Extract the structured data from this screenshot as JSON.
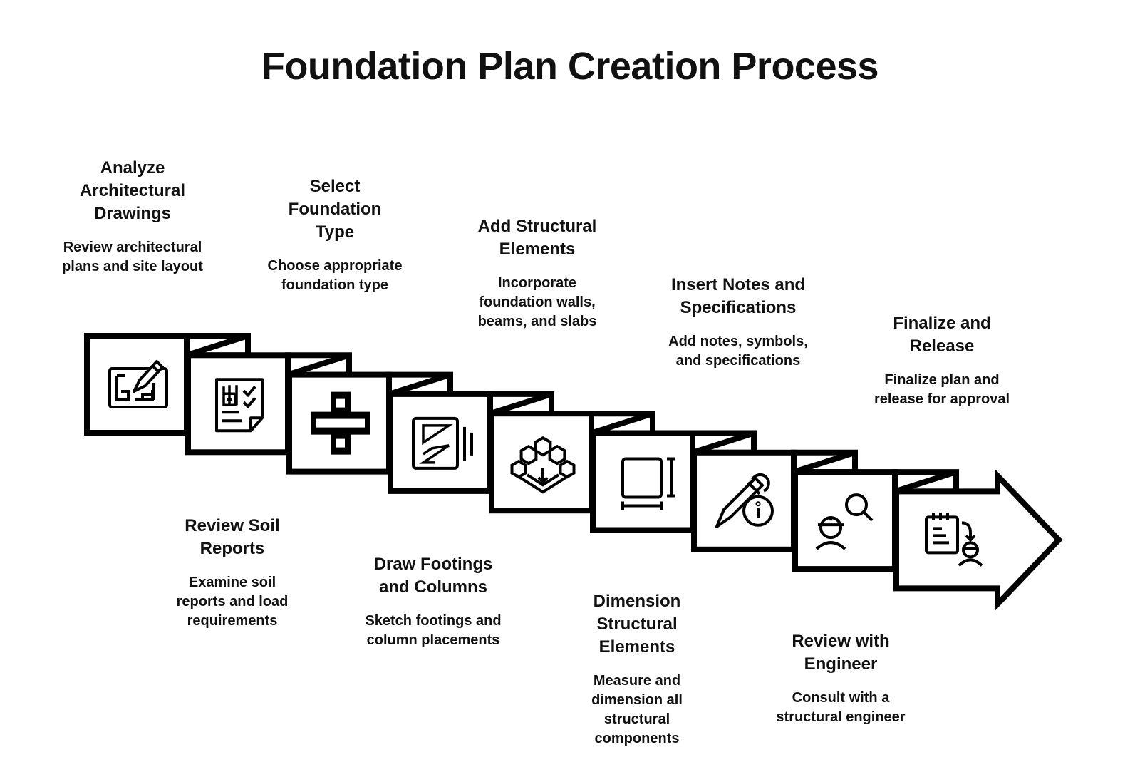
{
  "title": "Foundation Plan Creation Process",
  "colors": {
    "stroke": "#000000",
    "panel_fill": "#ffffff",
    "text": "#111111"
  },
  "steps": [
    {
      "title": "Analyze Architectural Drawings",
      "title_lines": [
        "Analyze",
        "Architectural",
        "Drawings"
      ],
      "description_lines": [
        "Review architectural",
        "plans and site layout"
      ],
      "icon": "blueprint-pencil-icon",
      "label_position": "above"
    },
    {
      "title": "Review Soil Reports",
      "title_lines": [
        "Review Soil",
        "Reports"
      ],
      "description_lines": [
        "Examine soil",
        "reports and load",
        "requirements"
      ],
      "icon": "report-checklist-icon",
      "label_position": "below"
    },
    {
      "title": "Select Foundation Type",
      "title_lines": [
        "Select",
        "Foundation",
        "Type"
      ],
      "description_lines": [
        "Choose appropriate",
        "foundation type"
      ],
      "icon": "foundation-cross-icon",
      "label_position": "above"
    },
    {
      "title": "Draw Footings and Columns",
      "title_lines": [
        "Draw Footings",
        "and Columns"
      ],
      "description_lines": [
        "Sketch footings and",
        "column placements"
      ],
      "icon": "sketch-frame-icon",
      "label_position": "below"
    },
    {
      "title": "Add Structural Elements",
      "title_lines": [
        "Add Structural",
        "Elements"
      ],
      "description_lines": [
        "Incorporate",
        "foundation walls,",
        "beams, and slabs"
      ],
      "icon": "hexagon-structure-icon",
      "label_position": "above"
    },
    {
      "title": "Dimension Structural Elements",
      "title_lines": [
        "Dimension",
        "Structural",
        "Elements"
      ],
      "description_lines": [
        "Measure and",
        "dimension all",
        "structural",
        "components"
      ],
      "icon": "dimension-icon",
      "label_position": "below"
    },
    {
      "title": "Insert Notes and Specifications",
      "title_lines": [
        "Insert Notes and",
        "Specifications"
      ],
      "description_lines": [
        "Add notes, symbols,",
        "and specifications"
      ],
      "icon": "pencil-info-icon",
      "label_position": "above"
    },
    {
      "title": "Review with Engineer",
      "title_lines": [
        "Review with",
        "Engineer"
      ],
      "description_lines": [
        "Consult with a",
        "structural engineer"
      ],
      "icon": "engineer-search-icon",
      "label_position": "below"
    },
    {
      "title": "Finalize and Release",
      "title_lines": [
        "Finalize and",
        "Release"
      ],
      "description_lines": [
        "Finalize plan and",
        "release for approval"
      ],
      "icon": "clipboard-handoff-icon",
      "label_position": "above"
    }
  ]
}
